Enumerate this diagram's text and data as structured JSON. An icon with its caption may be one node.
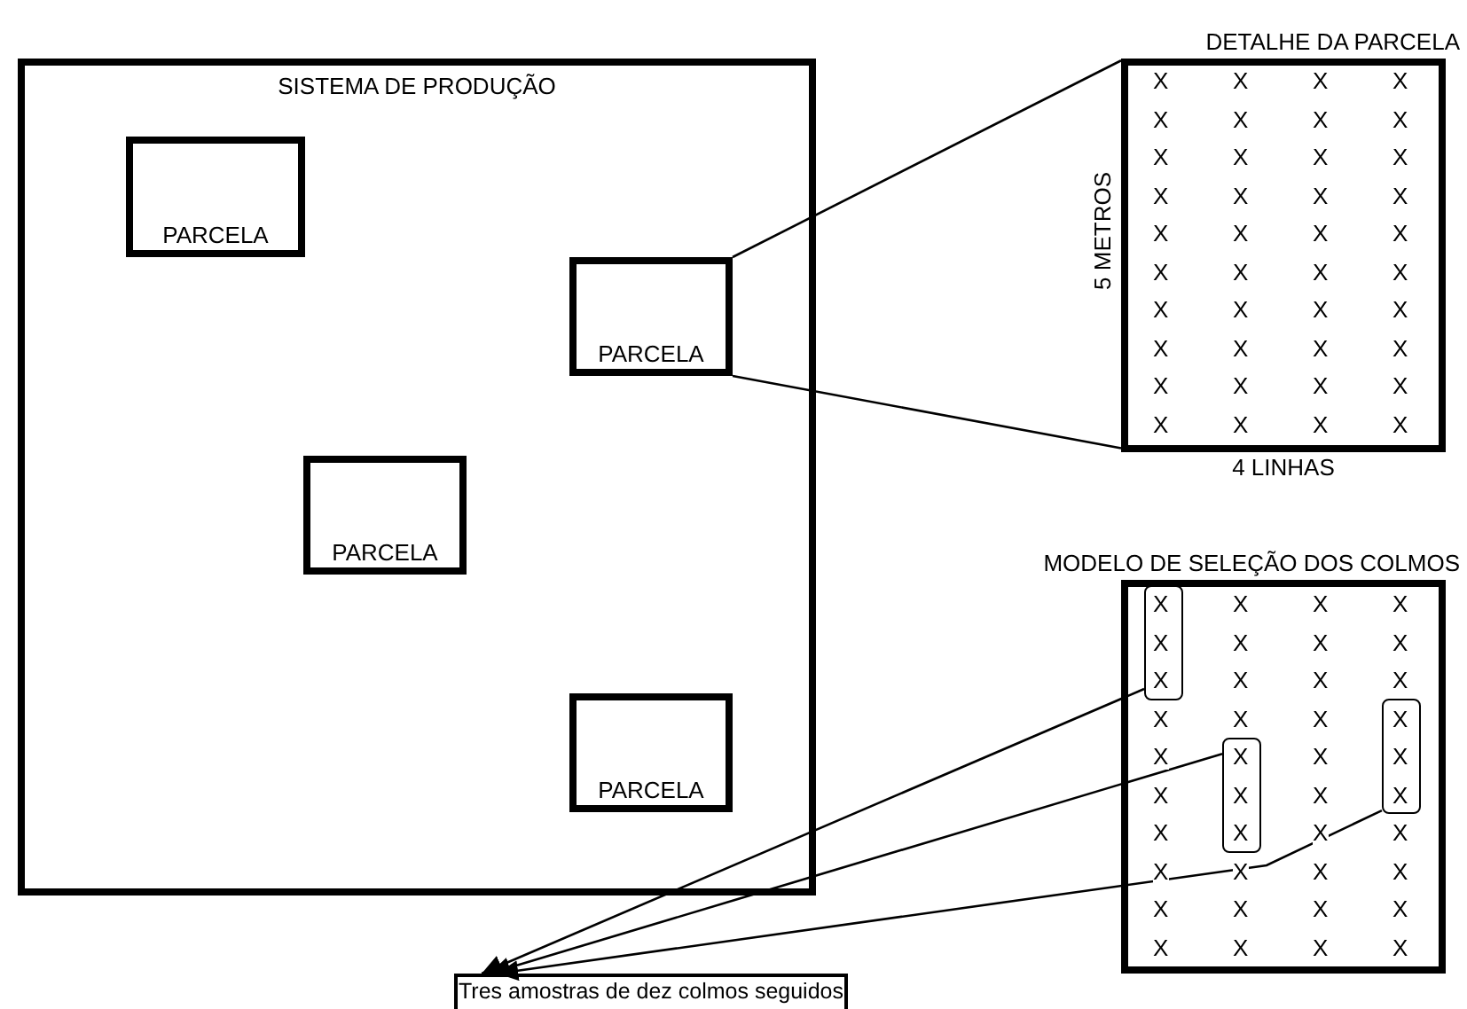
{
  "diagram": {
    "nodes": [
      {
        "text": [
          "SISTEMA DE PRODUÇÃO"
        ]
      },
      {
        "text": [
          "PARCELA"
        ],
        "in": 0
      },
      {
        "text": [
          "PARCELA"
        ],
        "in": 0
      },
      {
        "text": [
          "PARCELA"
        ],
        "in": 0
      },
      {
        "text": [
          "PARCELA"
        ],
        "in": 0
      },
      {
        "text": [
          "DETALHE DA PARCELA"
        ],
        "beside": [
          "5 METROS",
          "4 LINHAS"
        ]
      },
      {
        "text": [
          "MODELO DE SELEÇÃO DOS COLMOS"
        ]
      },
      {
        "text": [
          "X",
          "X",
          "X"
        ],
        "in": 6
      },
      {
        "text": [
          "X",
          "X",
          "X"
        ],
        "in": 6
      },
      {
        "text": [
          "X",
          "X",
          "X"
        ],
        "in": 6
      },
      {
        "text": [
          "Tres amostras de dez colmos seguidos"
        ]
      }
    ],
    "edges": [
      {
        "from": 2,
        "to": 5,
        "arrow": "none"
      },
      {
        "from": 2,
        "to": 5,
        "arrow": "none"
      },
      {
        "from": 7,
        "to": 10,
        "arrow": "to"
      },
      {
        "from": 8,
        "to": 10,
        "arrow": "to"
      },
      {
        "from": 9,
        "to": 10,
        "arrow": "to"
      }
    ],
    "labels": [
      "X",
      "X",
      "X",
      "X",
      "X",
      "X",
      "X",
      "X",
      "X",
      "X",
      "X",
      "X",
      "X",
      "X",
      "X",
      "X",
      "X",
      "X",
      "X",
      "X",
      "X",
      "X",
      "X",
      "X",
      "X",
      "X",
      "X",
      "X",
      "X",
      "X",
      "X",
      "X",
      "X",
      "X",
      "X",
      "X",
      "X",
      "X",
      "X",
      "X",
      "X",
      "X",
      "X",
      "X",
      "X",
      "X",
      "X",
      "X",
      "X",
      "X",
      "X",
      "X",
      "X",
      "X",
      "X",
      "X",
      "X",
      "X",
      "X",
      "X",
      "X",
      "X",
      "X",
      "X",
      "X",
      "X",
      "X",
      "X",
      "X",
      "X",
      "X"
    ]
  }
}
